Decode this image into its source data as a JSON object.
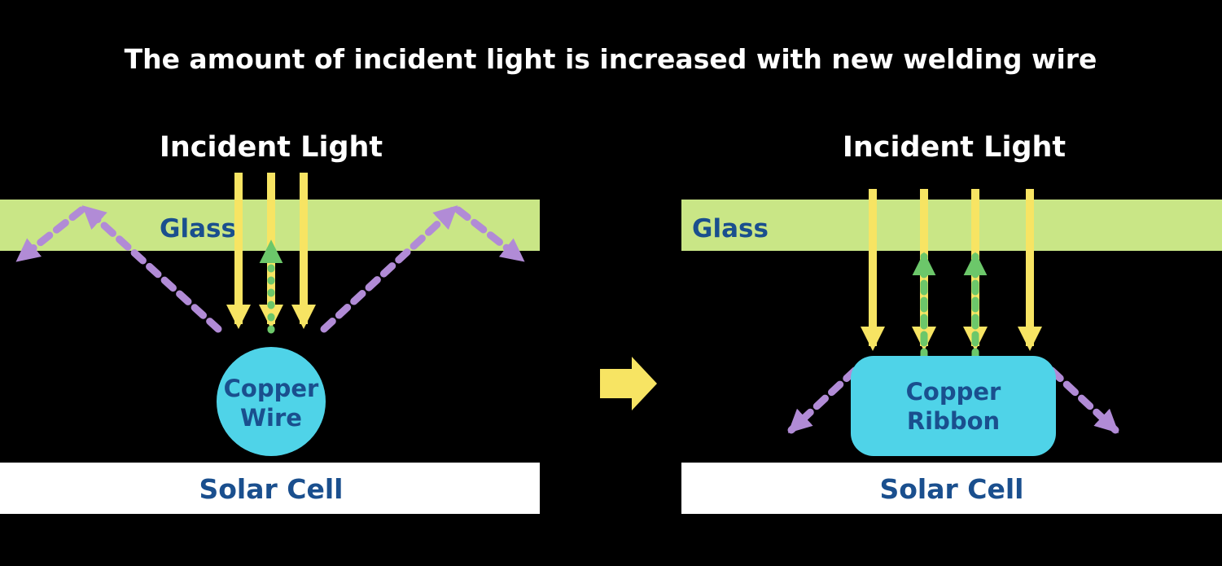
{
  "title": "The amount of incident light is increased with new welding wire",
  "colors": {
    "background": "#000000",
    "title_text": "#ffffff",
    "incident_text": "#ffffff",
    "glass_fill": "#c9e686",
    "label_navy": "#1a4f8e",
    "yellow": "#f7e463",
    "purple": "#b18bd6",
    "green": "#6cc76a",
    "cyan": "#4fd3e8",
    "solar_fill": "#ffffff"
  },
  "left_panel": {
    "incident_light_label": "Incident Light",
    "glass_label": "Glass",
    "conductor_label_line1": "Copper",
    "conductor_label_line2": "Wire",
    "solar_cell_label": "Solar Cell"
  },
  "right_panel": {
    "incident_light_label": "Incident Light",
    "glass_label": "Glass",
    "conductor_label_line1": "Copper",
    "conductor_label_line2": "Ribbon",
    "solar_cell_label": "Solar Cell"
  }
}
